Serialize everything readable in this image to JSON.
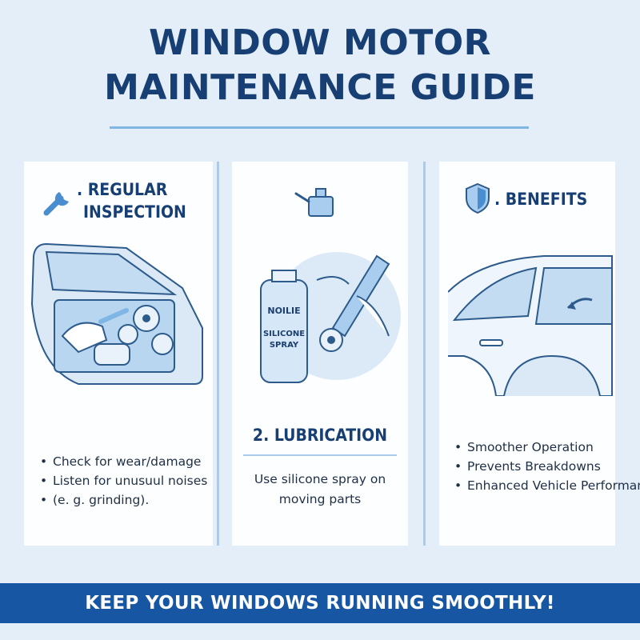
{
  "title": {
    "line1": "WINDOW MOTOR",
    "line2": "MAINTENANCE GUIDE"
  },
  "panels": [
    {
      "heading_line1": ". REGULAR",
      "heading_line2": "INSPECTION",
      "icon": "wrench-icon",
      "bullets": [
        "Check for wear/damage",
        "Listen for unusuul noises",
        "(e. g. grinding)."
      ]
    },
    {
      "heading": "2. LUBRICATION",
      "icon": "oil-can-icon",
      "spray_brand": "NOILIE",
      "spray_label_1": "SILICONE",
      "spray_label_2": "SPRAY",
      "text_line1": "Use silicone spray on",
      "text_line2": "moving parts"
    },
    {
      "heading": ". BENEFITS",
      "icon": "shield-icon",
      "bullets": [
        "Smoother Operation",
        "Prevents Breakdowns",
        "Enhanced Vehicle Performance"
      ]
    }
  ],
  "banner": {
    "text": "KEEP YOUR WINDOWS RUNNING SMOOTHLY!"
  },
  "colors": {
    "background": "#e4eef8",
    "title": "#173f74",
    "accent": "#7fb6e6",
    "banner": "#1656a3"
  }
}
